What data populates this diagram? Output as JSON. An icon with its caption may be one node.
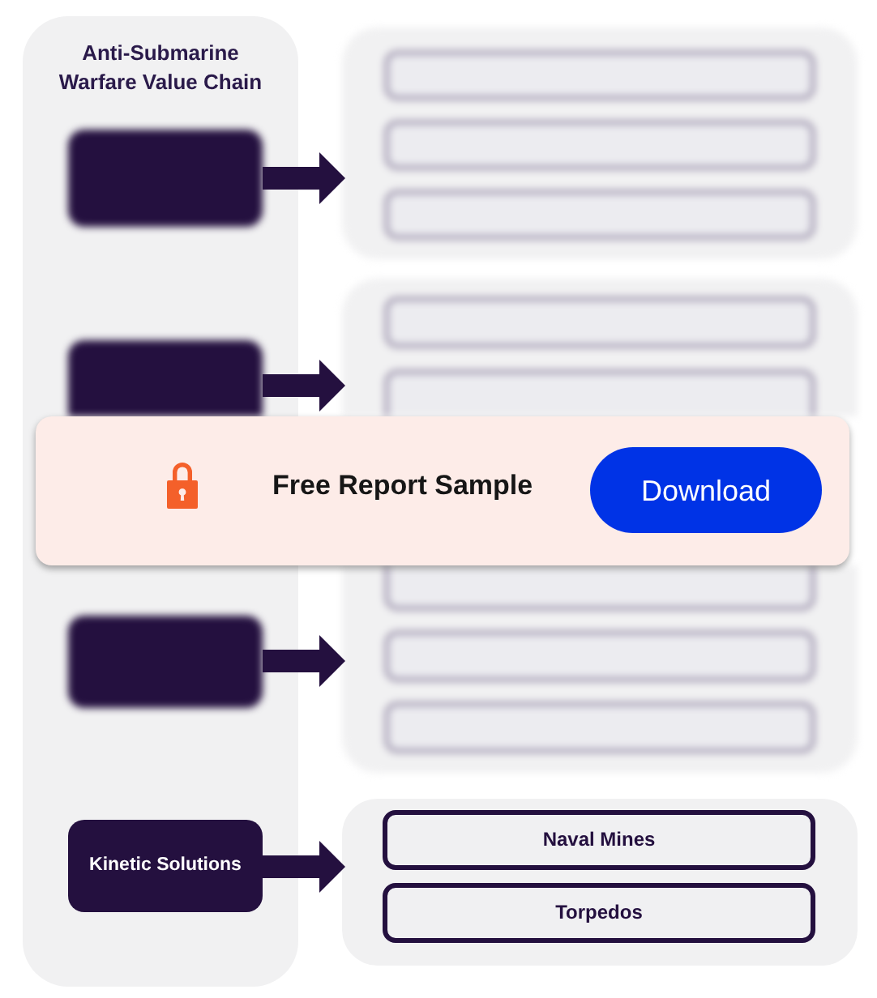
{
  "diagram": {
    "nodes": [
      {
        "text": [
          "Anti-Submarine Warfare Value Chain"
        ]
      },
      {
        "text": [],
        "shape": "box",
        "in": 0
      },
      {
        "text": [],
        "shape": "box"
      },
      {
        "text": [],
        "shape": "box",
        "in": 2
      },
      {
        "text": [],
        "shape": "box",
        "in": 2
      },
      {
        "text": [],
        "shape": "box",
        "in": 2
      },
      {
        "text": [],
        "shape": "box",
        "in": 0
      },
      {
        "text": [],
        "shape": "box"
      },
      {
        "text": [],
        "shape": "box",
        "in": 7
      },
      {
        "text": [],
        "shape": "box",
        "in": 7
      },
      {
        "text": [],
        "shape": "box",
        "in": 0
      },
      {
        "text": [],
        "shape": "box"
      },
      {
        "text": [],
        "shape": "box",
        "in": 11
      },
      {
        "text": [],
        "shape": "box",
        "in": 11
      },
      {
        "text": [],
        "shape": "box",
        "in": 11
      },
      {
        "text": [
          "Kinetic Solutions"
        ],
        "in": 0
      },
      {
        "text": [],
        "shape": "box"
      },
      {
        "text": [
          "Naval Mines"
        ],
        "in": 16
      },
      {
        "text": [
          "Torpedos"
        ],
        "in": 16
      }
    ],
    "edges": [
      {
        "from": 1,
        "to": 2,
        "arrow": "to"
      },
      {
        "from": 6,
        "to": 7,
        "arrow": "to"
      },
      {
        "from": 10,
        "to": 11,
        "arrow": "to"
      },
      {
        "from": 15,
        "to": 16,
        "arrow": "to"
      }
    ],
    "labels": [
      "Free Report Sample",
      "Download"
    ]
  }
}
